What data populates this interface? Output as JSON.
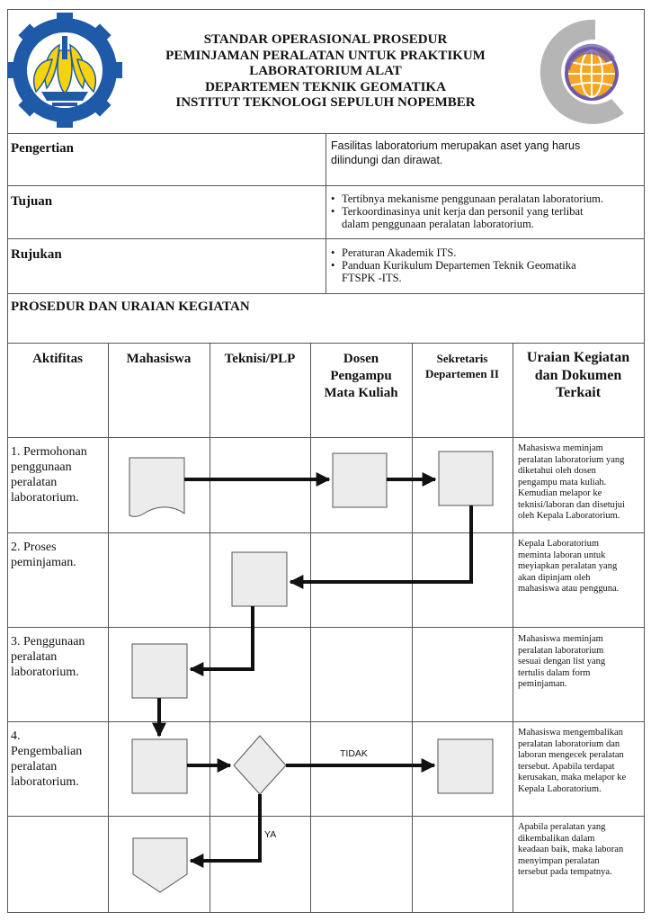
{
  "header": {
    "title_lines": [
      "STANDAR OPERASIONAL PROSEDUR",
      "PEMINJAMAN PERALATAN UNTUK PRAKTIKUM",
      "LABORATORIUM ALAT",
      "DEPARTEMEN TEKNIK GEOMATIKA",
      "INSTITUT TEKNOLOGI SEPULUH NOPEMBER"
    ]
  },
  "info": {
    "pengertian": {
      "label": "Pengertian",
      "text_lines": [
        "Fasilitas laboratorium merupakan aset yang harus",
        "dilindungi dan dirawat."
      ]
    },
    "tujuan": {
      "label": "Tujuan",
      "items": [
        [
          "Tertibnya mekanisme penggunaan peralatan laboratorium."
        ],
        [
          "Terkoordinasinya unit kerja dan personil yang terlibat",
          "dalam penggunaan peralatan laboratorium."
        ]
      ]
    },
    "rujukan": {
      "label": "Rujukan",
      "items": [
        [
          "Peraturan Akademik ITS."
        ],
        [
          "Panduan Kurikulum Departemen Teknik Geomatika",
          "FTSPK -ITS."
        ]
      ]
    }
  },
  "section_title": "PROSEDUR DAN URAIAN KEGIATAN",
  "columns": {
    "aktifitas": [
      "Aktifitas"
    ],
    "mahasiswa": [
      "Mahasiswa"
    ],
    "teknisi": [
      "Teknisi/PLP"
    ],
    "dosen": [
      "Dosen",
      "Pengampu",
      "Mata Kuliah"
    ],
    "sekretaris": [
      "Sekretaris",
      "Departemen II"
    ],
    "uraian": [
      "Uraian Kegiatan",
      "dan Dokumen",
      "Terkait"
    ]
  },
  "rows": [
    {
      "activity_lines": [
        "1. Permohonan",
        "penggunaan",
        "peralatan",
        "laboratorium."
      ],
      "uraian_lines": [
        "Mahasiswa meminjam",
        "peralatan laboratorium yang",
        "diketahui oleh dosen",
        "pengampu mata kuliah.",
        "Kemudian melapor ke",
        "teknisi/laboran dan disetujui",
        "oleh Kepala Laboratorium."
      ]
    },
    {
      "activity_lines": [
        "2. Proses",
        "peminjaman."
      ],
      "uraian_lines": [
        "Kepala Laboratorium",
        "meminta laboran untuk",
        "meyiapkan peralatan yang",
        "akan dipinjam oleh",
        "mahasiswa atau pengguna."
      ]
    },
    {
      "activity_lines": [
        "3. Penggunaan",
        "peralatan",
        "laboratorium."
      ],
      "uraian_lines": [
        "Mahasiswa meminjam",
        "peralatan laboratorium",
        "sesuai dengan list yang",
        "tertulis dalam form",
        "peminjaman."
      ]
    },
    {
      "activity_lines": [
        "4.",
        "Pengembalian",
        "peralatan",
        "laboratorium."
      ],
      "uraian_lines": [
        "Mahasiswa mengembalikan",
        "peralatan laboratorium dan",
        "laboran mengecek peralatan",
        "tersebut. Apabila terdapat",
        "kerusakan, maka melapor ke",
        "Kepala Laboratorium."
      ]
    },
    {
      "activity_lines": [],
      "uraian_lines": [
        "Apabila peralatan yang",
        "dikembalikan dalam",
        "keadaan baik, maka laboran",
        "menyimpan peralatan",
        "tersebut pada tempatnya."
      ]
    }
  ],
  "flow_labels": {
    "tidak": "TIDAK",
    "ya": "YA"
  },
  "colors": {
    "border": "#555555",
    "shape_fill": "#ececec",
    "arrow": "#111111",
    "logo_blue": "#1e5aa8",
    "logo_yellow": "#f5d40f",
    "logo_gray": "#b5b5b5",
    "logo_orange": "#f5a623",
    "logo_purple": "#6c5aa8"
  }
}
